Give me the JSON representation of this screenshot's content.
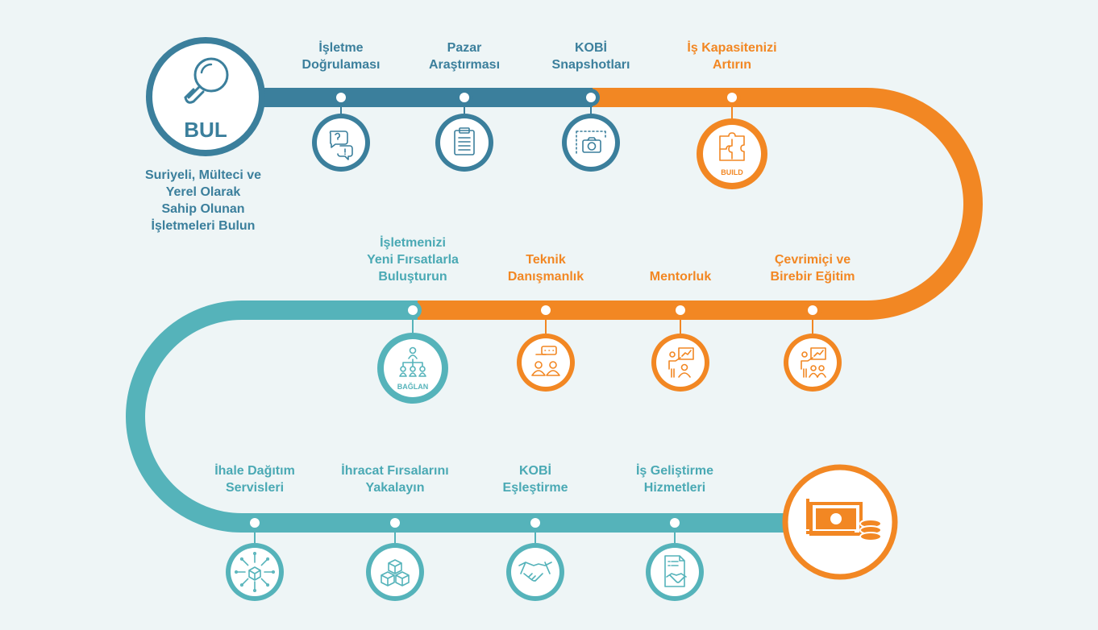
{
  "colors": {
    "blue": "#3b7f9c",
    "orange": "#f28723",
    "teal": "#55b3ba",
    "background": "#eef5f6"
  },
  "start": {
    "title": "BUL",
    "icon": "magnifier-icon",
    "description": [
      "Suriyeli, Mülteci ve",
      "Yerel Olarak",
      "Sahip Olunan",
      "İşletmeleri Bulun"
    ]
  },
  "row1": [
    {
      "lines": [
        "İşletme",
        "Doğrulaması"
      ],
      "icon": "question-chat-icon"
    },
    {
      "lines": [
        "Pazar",
        "Araştırması"
      ],
      "icon": "clipboard-icon"
    },
    {
      "lines": [
        "KOBİ",
        "Snapshotları"
      ],
      "icon": "camera-icon"
    },
    {
      "lines": [
        "İş Kapasitenizi",
        "Artırın"
      ],
      "icon": "puzzle-icon",
      "badge": "BUILD"
    }
  ],
  "row2": [
    {
      "lines": [
        "İşletmenizi",
        "Yeni Fırsatlarla",
        "Buluşturun"
      ],
      "icon": "network-icon",
      "badge": "BAĞLAN"
    },
    {
      "lines": [
        "Teknik",
        "Danışmanlık"
      ],
      "icon": "consulting-icon"
    },
    {
      "lines": [
        "Mentorluk"
      ],
      "icon": "presenter-icon"
    },
    {
      "lines": [
        "Çevrimiçi ve",
        "Birebir Eğitim"
      ],
      "icon": "classroom-icon"
    }
  ],
  "row3": [
    {
      "lines": [
        "İhale Dağıtım",
        "Servisleri"
      ],
      "icon": "distribution-icon"
    },
    {
      "lines": [
        "İhracat Fırsalarını",
        "Yakalayın"
      ],
      "icon": "boxes-icon"
    },
    {
      "lines": [
        "KOBİ",
        "Eşleştirme"
      ],
      "icon": "handshake-icon"
    },
    {
      "lines": [
        "İş Geliştirme",
        "Hizmetleri"
      ],
      "icon": "contract-icon"
    }
  ],
  "end": {
    "icon": "money-coins-icon"
  }
}
